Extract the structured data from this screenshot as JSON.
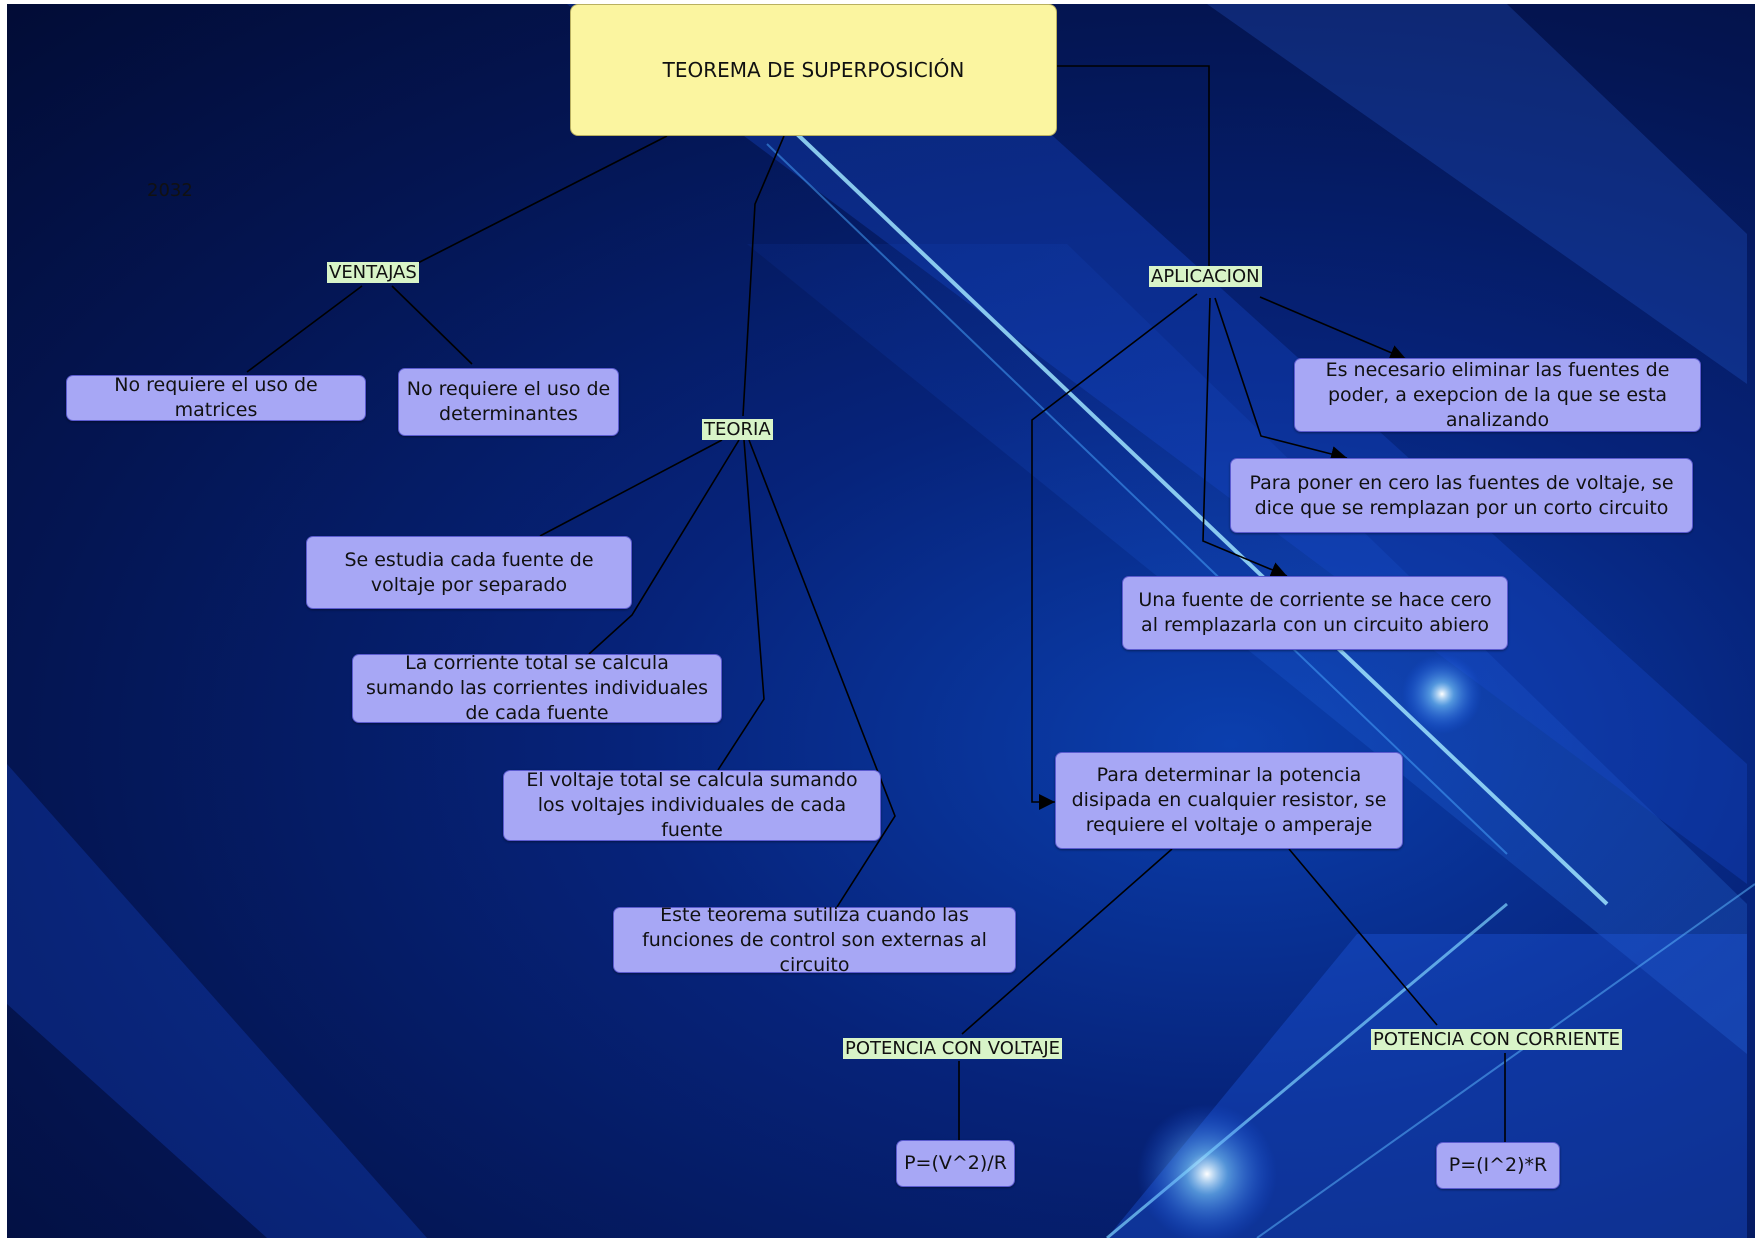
{
  "root": {
    "title": "TEOREMA DE SUPERPOSICIÓN"
  },
  "stray_text": "2032",
  "branches": {
    "ventajas": {
      "label": "VENTAJAS",
      "items": [
        "No requiere el uso de matrices",
        "No requiere el uso de determinantes"
      ]
    },
    "teoria": {
      "label": "TEORIA",
      "items": [
        "Se estudia cada fuente de voltaje por separado",
        "La corriente total se calcula sumando las corrientes individuales de cada fuente",
        "El voltaje total se calcula sumando los voltajes individuales de cada fuente",
        "Este teorema sutiliza cuando las funciones de control son externas al circuito"
      ]
    },
    "aplicacion": {
      "label": "APLICACION",
      "items": [
        "Es necesario eliminar las fuentes de poder, a exepcion de la que se esta analizando",
        "Para poner en cero las fuentes de voltaje, se dice que se remplazan por un corto circuito",
        "Una fuente de corriente se hace cero al remplazarla con un circuito abiero",
        "Para determinar la potencia disipada en cualquier resistor, se requiere el voltaje o amperaje"
      ]
    },
    "potencia_voltaje": {
      "label": "POTENCIA CON VOLTAJE",
      "formula": "P=(V^2)/R"
    },
    "potencia_corriente": {
      "label": "POTENCIA CON CORRIENTE",
      "formula": "P=(I^2)*R"
    }
  },
  "colors": {
    "node_fill": "#a7a7f5",
    "root_fill": "#fbf5a0",
    "label_fill": "#d8f4c8",
    "background": "#041552"
  }
}
